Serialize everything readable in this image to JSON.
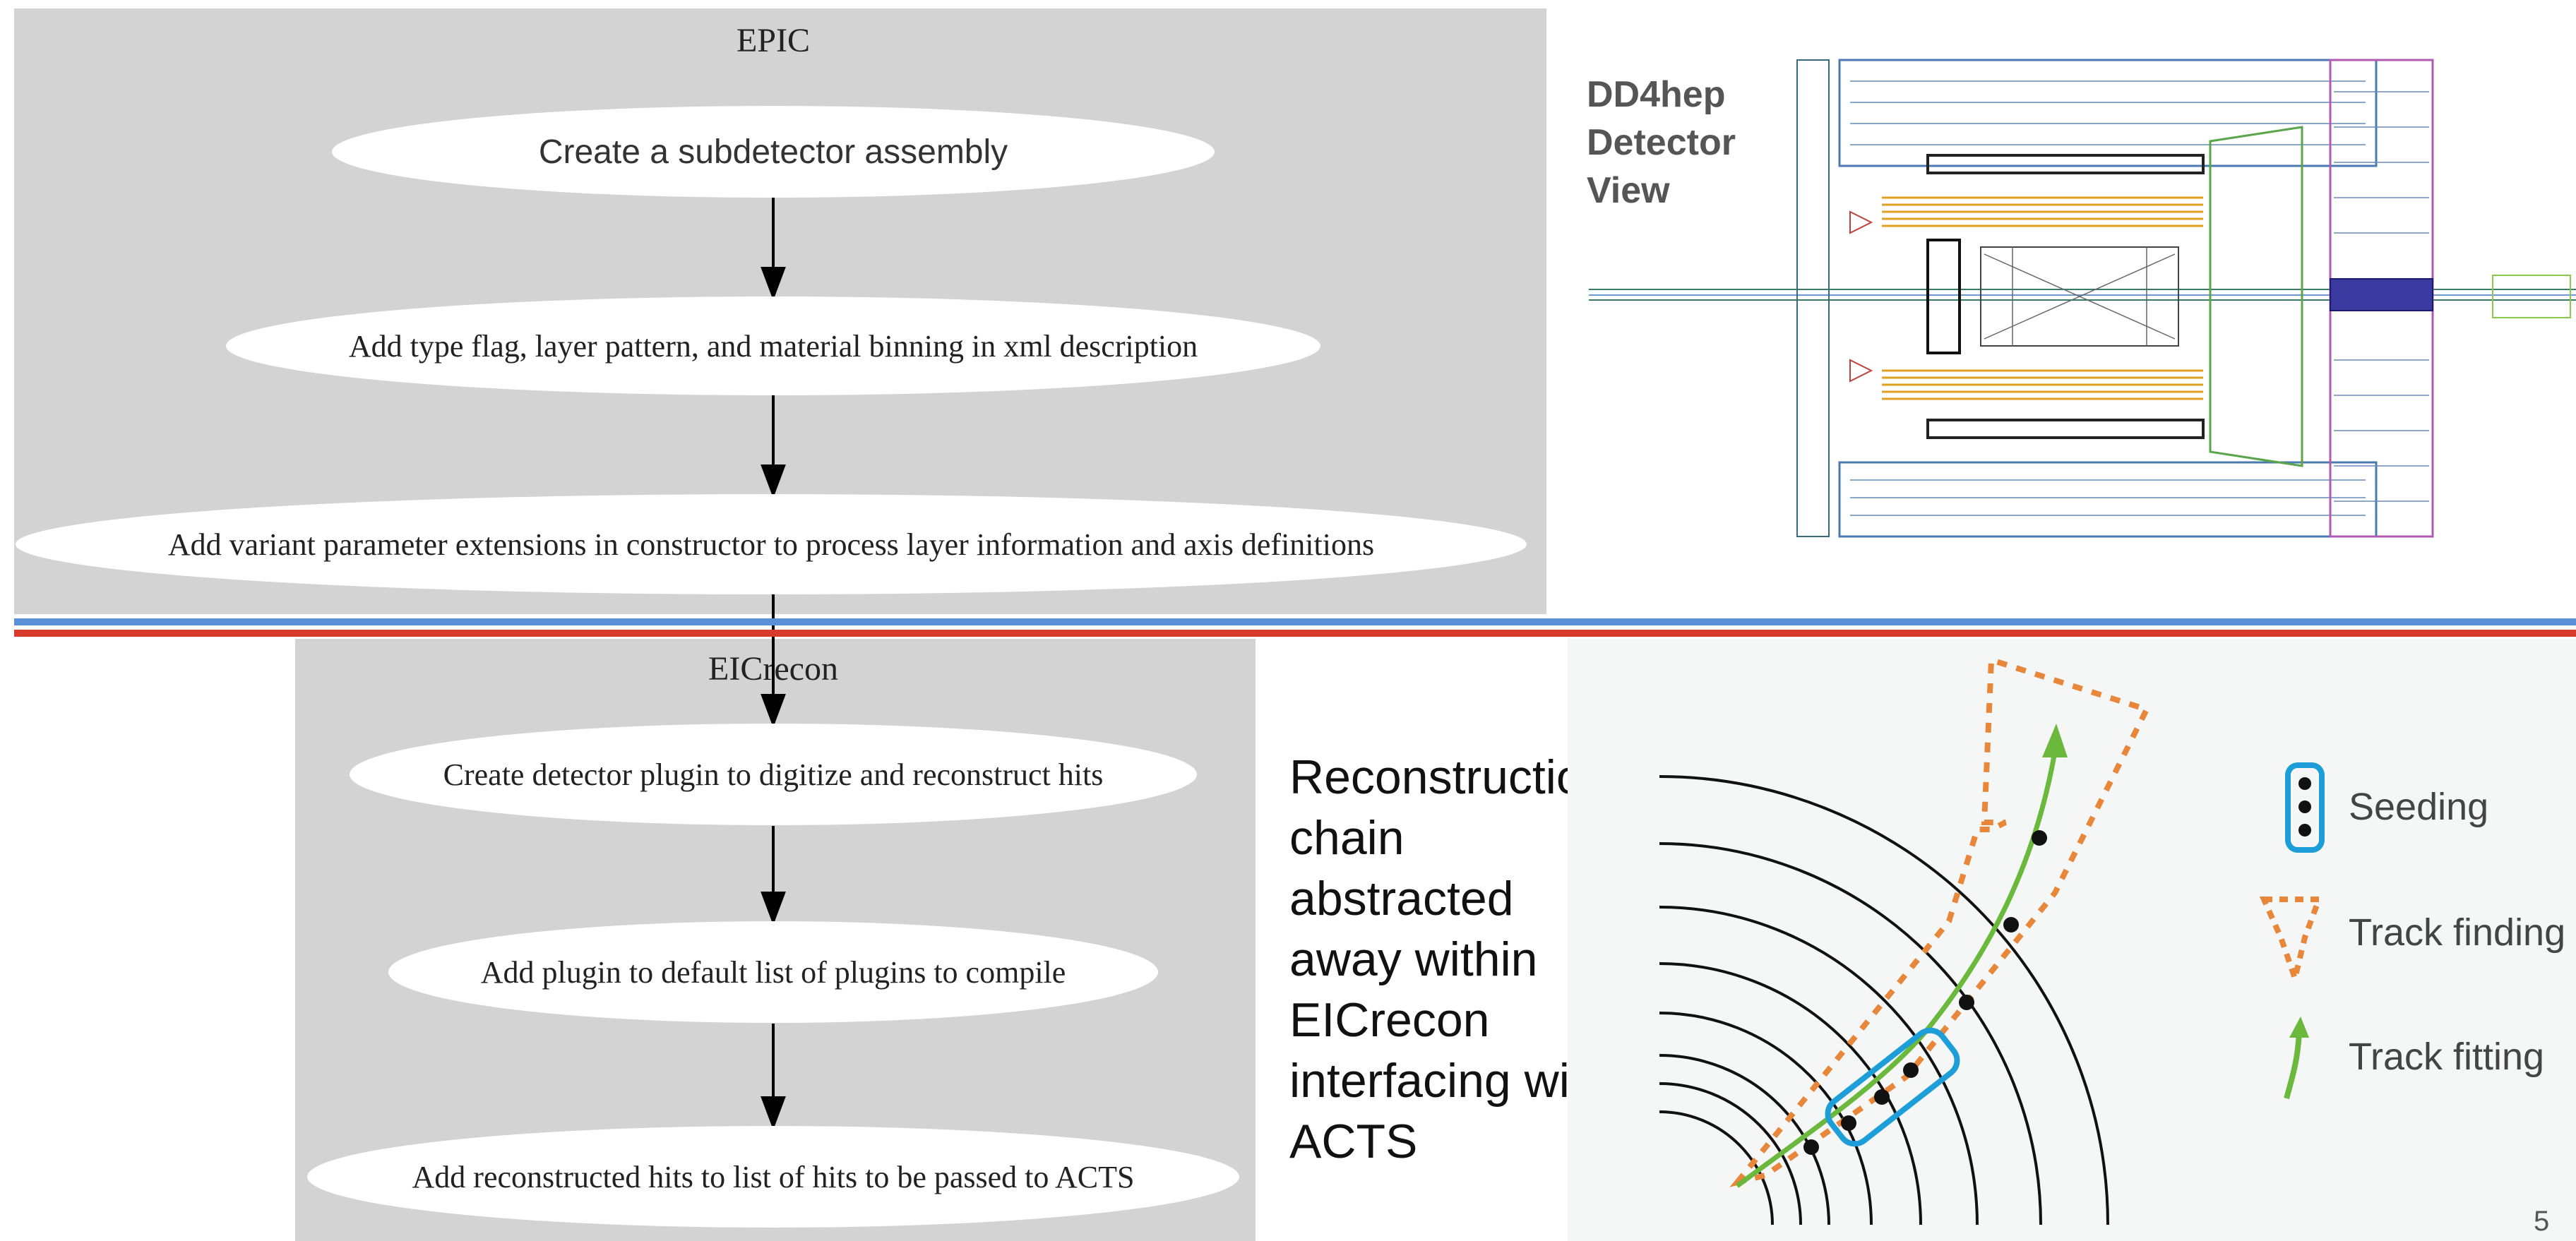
{
  "epic": {
    "title": "EPIC",
    "nodes": [
      "Create a subdetector assembly",
      "Add type flag,  layer pattern, and material binning in xml description",
      "Add variant parameter extensions in constructor to process layer information and axis definitions"
    ]
  },
  "detector_view": {
    "label_line1": "DD4hep",
    "label_line2": "Detector",
    "label_line3": "View"
  },
  "eicrecon": {
    "title": "EICrecon",
    "nodes": [
      "Create detector plugin to digitize and reconstruct hits",
      "Add plugin to default list of plugins to compile",
      "Add reconstructed hits to list of hits to be passed to ACTS"
    ]
  },
  "reco_text": {
    "lines": [
      "Reconstruction",
      "chain",
      "abstracted",
      "away within",
      "EICrecon",
      "interfacing with",
      "ACTS"
    ]
  },
  "tracking_legend": {
    "seeding": "Seeding",
    "track_finding": "Track finding",
    "track_fitting": "Track fitting"
  },
  "colors": {
    "panel_gray": "#d3d3d3",
    "divider_blue": "#5b8fd6",
    "divider_red": "#d93a2b",
    "seeding_blue": "#1e9ed8",
    "finding_orange": "#e8863a",
    "fitting_green": "#6ab83c"
  },
  "page_number": "5"
}
